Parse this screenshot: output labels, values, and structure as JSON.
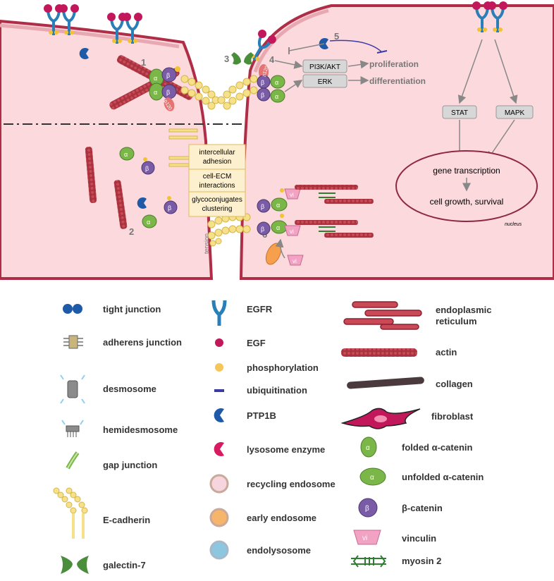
{
  "numbers": {
    "n1": "1",
    "n2": "2",
    "n3": "3",
    "n4": "4",
    "n5": "5",
    "n6": "6"
  },
  "protein_letters": {
    "alpha": "α",
    "beta": "β",
    "p120": "p120",
    "vinculin": "vi"
  },
  "pathway": {
    "pi3k": "PI3K/AKT",
    "erk": "ERK",
    "proliferation": "proliferation",
    "differentiation": "differentiation",
    "stat": "STAT",
    "mapk": "MAPK"
  },
  "nucleus": {
    "gene_transcription": "gene transcription",
    "cell_growth": "cell growth, survival",
    "label": "nucleus"
  },
  "functions_box": {
    "line1": "intercellular",
    "line2": "adhesion",
    "line3": "cell-ECM",
    "line4": "interactions",
    "line5": "glycoconjugates",
    "line6": "clustering"
  },
  "tension": "tension",
  "legend": {
    "col1": [
      "tight junction",
      "adherens junction",
      "desmosome",
      "hemidesmosome",
      "gap junction",
      "E-cadherin",
      "galectin-7"
    ],
    "col2": [
      "EGFR",
      "EGF",
      "phosphorylation",
      "ubiquitination",
      "PTP1B",
      "lysosome enzyme",
      "recycling endosome",
      "early endosome",
      "endolysosome"
    ],
    "col3_er_line1": "endoplasmic",
    "col3_er_line2": "reticulum",
    "col3": [
      "actin",
      "collagen",
      "fibroblast",
      "folded α-catenin",
      "unfolded α-catenin",
      "β-catenin",
      "vinculin",
      "myosin 2"
    ]
  },
  "colors": {
    "cytoplasm": "#fbd9dc",
    "membrane": "#b02d47",
    "alpha_catenin": "#7ab648",
    "beta_catenin": "#7a5ca6",
    "ecadherin": "#f6e18a",
    "galectin7": "#4a8e3c",
    "ptp1b": "#1e5aa8",
    "egf": "#c2185b",
    "actin": "#a8323e",
    "vinculin": "#f2a3c4"
  }
}
